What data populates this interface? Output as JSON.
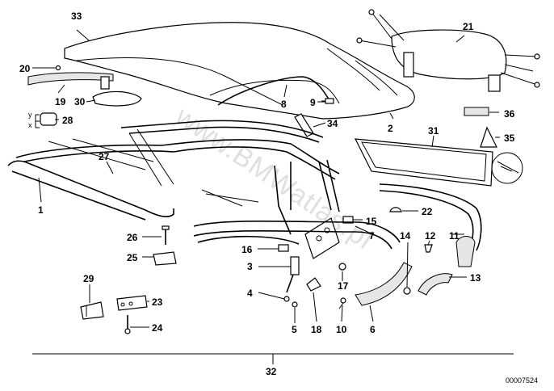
{
  "diagram": {
    "labels": [
      {
        "id": "33",
        "text": "33"
      },
      {
        "id": "21",
        "text": "21"
      },
      {
        "id": "20",
        "text": "20"
      },
      {
        "id": "19",
        "text": "19"
      },
      {
        "id": "30",
        "text": "30"
      },
      {
        "id": "8",
        "text": "8"
      },
      {
        "id": "9",
        "text": "9"
      },
      {
        "id": "36",
        "text": "36"
      },
      {
        "id": "28",
        "text": "28"
      },
      {
        "id": "34",
        "text": "34"
      },
      {
        "id": "2",
        "text": "2"
      },
      {
        "id": "31",
        "text": "31"
      },
      {
        "id": "35",
        "text": "35"
      },
      {
        "id": "27",
        "text": "27"
      },
      {
        "id": "1",
        "text": "1"
      },
      {
        "id": "22",
        "text": "22"
      },
      {
        "id": "15",
        "text": "15"
      },
      {
        "id": "7",
        "text": "7"
      },
      {
        "id": "14",
        "text": "14"
      },
      {
        "id": "12",
        "text": "12"
      },
      {
        "id": "11",
        "text": "11"
      },
      {
        "id": "26",
        "text": "26"
      },
      {
        "id": "25",
        "text": "25"
      },
      {
        "id": "16",
        "text": "16"
      },
      {
        "id": "3",
        "text": "3"
      },
      {
        "id": "13",
        "text": "13"
      },
      {
        "id": "17",
        "text": "17"
      },
      {
        "id": "29",
        "text": "29"
      },
      {
        "id": "4",
        "text": "4"
      },
      {
        "id": "23",
        "text": "23"
      },
      {
        "id": "24",
        "text": "24"
      },
      {
        "id": "5",
        "text": "5"
      },
      {
        "id": "18",
        "text": "18"
      },
      {
        "id": "10",
        "text": "10"
      },
      {
        "id": "6",
        "text": "6"
      },
      {
        "id": "32",
        "text": "32"
      }
    ],
    "sub_labels": {
      "y": "y",
      "x": "x"
    },
    "watermark": "www.BMWatlas.pl",
    "diagram_number": "00007524"
  }
}
